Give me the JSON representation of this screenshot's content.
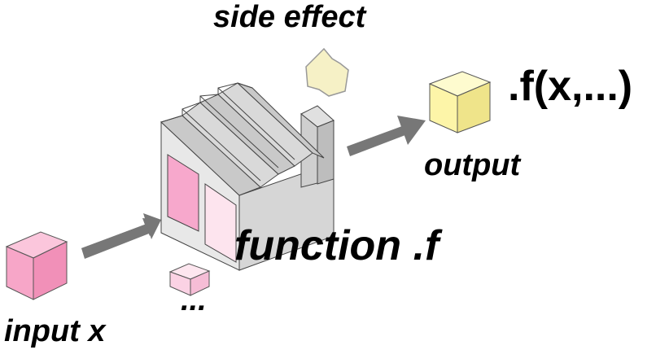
{
  "labels": {
    "side_effect": "side effect",
    "call": ".f(x,...)",
    "output": "output",
    "function": "function .f",
    "input": "input x",
    "ellipsis": "..."
  },
  "colors": {
    "input_cube": "#f9a8c9",
    "extra_cube": "#fbd2e4",
    "output_cube": "#fdf7a9",
    "factory": "#dedede",
    "factory_door_left": "#f7a8cc",
    "factory_door_right": "#fde4ee",
    "arrow": "#777777",
    "side_effect_blob": "#f6f1c6"
  },
  "icons": [
    "input-cube-icon",
    "small-cube-icon",
    "output-cube-icon",
    "factory-icon",
    "side-effect-blob-icon",
    "arrow-in-icon",
    "arrow-out-icon"
  ]
}
